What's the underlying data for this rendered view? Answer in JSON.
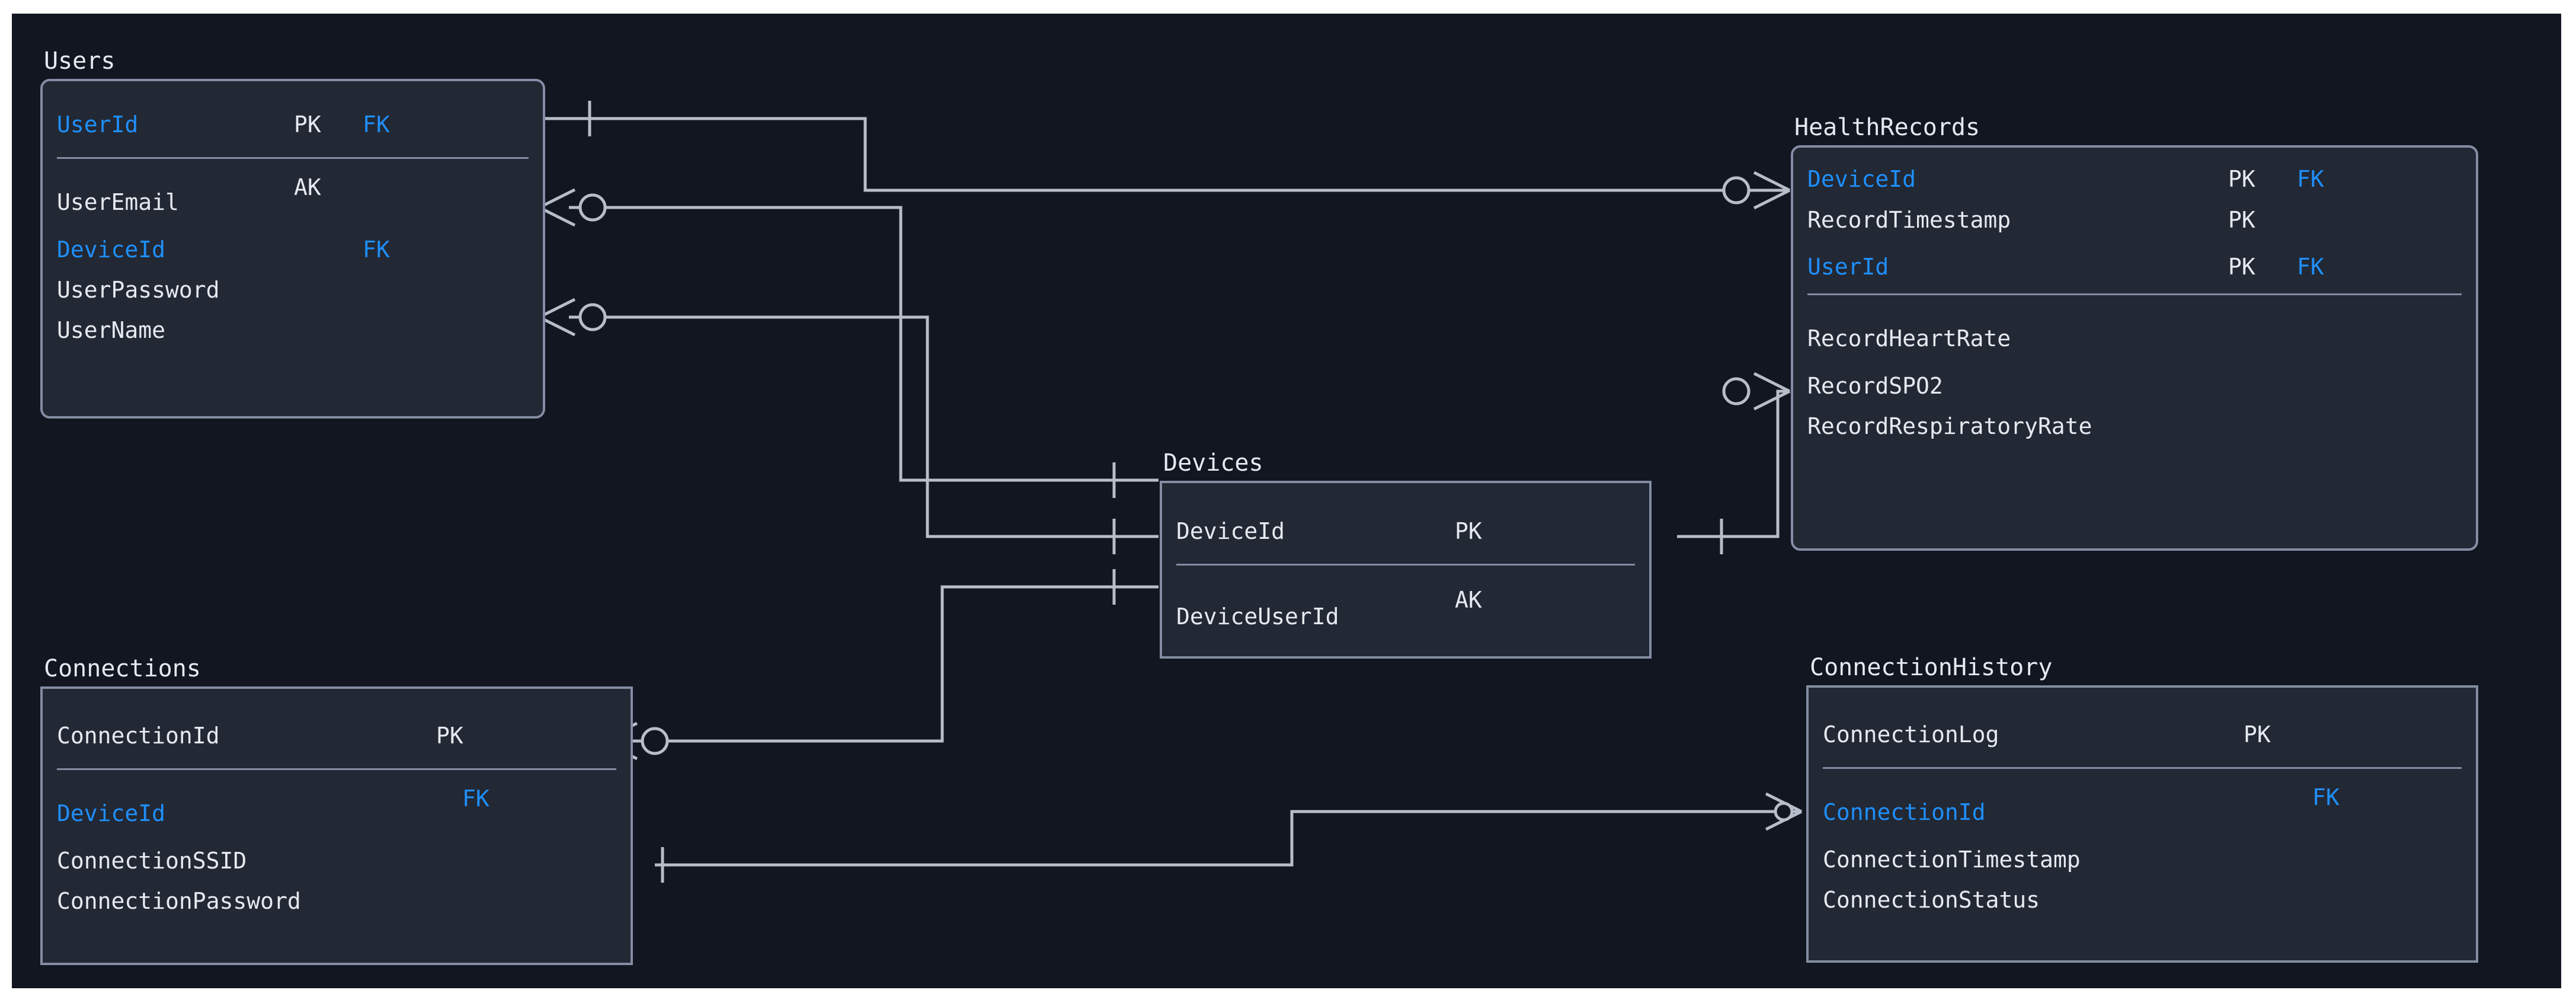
{
  "diagram": {
    "type": "entity-relationship-diagram",
    "notation": "crows-foot",
    "background_color": "#111620",
    "entity_fill_color": "#222834",
    "entity_border_color": "#848da3",
    "text_color": "#e6e9ef",
    "key_accent_color": "#1f8ffb",
    "edge_color": "#b7bdc9"
  },
  "entities": [
    {
      "id": "users",
      "title": "Users",
      "primary_columns": [
        {
          "name": "UserId",
          "is_key": true,
          "pk": "PK",
          "fk": "FK",
          "ak": ""
        }
      ],
      "columns": [
        {
          "name": "UserEmail",
          "is_key": false,
          "pk": "",
          "fk": "",
          "ak": "AK"
        },
        {
          "name": "DeviceId",
          "is_key": true,
          "pk": "",
          "fk": "FK",
          "ak": ""
        },
        {
          "name": "UserPassword",
          "is_key": false,
          "pk": "",
          "fk": "",
          "ak": ""
        },
        {
          "name": "UserName",
          "is_key": false,
          "pk": "",
          "fk": "",
          "ak": ""
        }
      ]
    },
    {
      "id": "healthrecords",
      "title": "HealthRecords",
      "primary_columns": [
        {
          "name": "DeviceId",
          "is_key": true,
          "pk": "PK",
          "fk": "FK",
          "ak": ""
        },
        {
          "name": "RecordTimestamp",
          "is_key": false,
          "pk": "PK",
          "fk": "",
          "ak": ""
        },
        {
          "name": "UserId",
          "is_key": true,
          "pk": "PK",
          "fk": "FK",
          "ak": ""
        }
      ],
      "columns": [
        {
          "name": "RecordHeartRate",
          "is_key": false,
          "pk": "",
          "fk": "",
          "ak": ""
        },
        {
          "name": "RecordSPO2",
          "is_key": false,
          "pk": "",
          "fk": "",
          "ak": ""
        },
        {
          "name": "RecordRespiratoryRate",
          "is_key": false,
          "pk": "",
          "fk": "",
          "ak": ""
        }
      ]
    },
    {
      "id": "devices",
      "title": "Devices",
      "primary_columns": [
        {
          "name": "DeviceId",
          "is_key": false,
          "pk": "PK",
          "fk": "",
          "ak": ""
        }
      ],
      "columns": [
        {
          "name": "DeviceUserId",
          "is_key": false,
          "pk": "",
          "fk": "",
          "ak": "AK"
        }
      ]
    },
    {
      "id": "connections",
      "title": "Connections",
      "primary_columns": [
        {
          "name": "ConnectionId",
          "is_key": false,
          "pk": "PK",
          "fk": "",
          "ak": ""
        }
      ],
      "columns": [
        {
          "name": "DeviceId",
          "is_key": true,
          "pk": "",
          "fk": "FK",
          "ak": ""
        },
        {
          "name": "ConnectionSSID",
          "is_key": false,
          "pk": "",
          "fk": "",
          "ak": ""
        },
        {
          "name": "ConnectionPassword",
          "is_key": false,
          "pk": "",
          "fk": "",
          "ak": ""
        }
      ]
    },
    {
      "id": "connectionhistory",
      "title": "ConnectionHistory",
      "primary_columns": [
        {
          "name": "ConnectionLog",
          "is_key": false,
          "pk": "PK",
          "fk": "",
          "ak": ""
        }
      ],
      "columns": [
        {
          "name": "ConnectionId",
          "is_key": true,
          "pk": "",
          "fk": "FK",
          "ak": ""
        },
        {
          "name": "ConnectionTimestamp",
          "is_key": false,
          "pk": "",
          "fk": "",
          "ak": ""
        },
        {
          "name": "ConnectionStatus",
          "is_key": false,
          "pk": "",
          "fk": "",
          "ak": ""
        }
      ]
    }
  ],
  "relationships": [
    {
      "id": "users-healthrecords",
      "from": "Users.UserId",
      "to": "HealthRecords.DeviceId",
      "from_cardinality": "exactly-one",
      "to_cardinality": "zero-or-many"
    },
    {
      "id": "users-devices-1",
      "from": "Users.UserEmail",
      "to": "Devices.DeviceId",
      "from_cardinality": "zero-or-many",
      "to_cardinality": "exactly-one"
    },
    {
      "id": "users-devices-2",
      "from": "Users.UserPassword",
      "to": "Devices.DeviceUserId",
      "from_cardinality": "zero-or-many",
      "to_cardinality": "exactly-one"
    },
    {
      "id": "devices-healthrecords",
      "from": "Devices.DeviceId",
      "to": "HealthRecords.RecordHeartRate",
      "from_cardinality": "exactly-one",
      "to_cardinality": "zero-or-many"
    },
    {
      "id": "connections-devices",
      "from": "Connections.ConnectionId",
      "to": "Devices.DeviceUserId",
      "from_cardinality": "zero-or-many",
      "to_cardinality": "exactly-one"
    },
    {
      "id": "connections-connectionhistory",
      "from": "Connections.ConnectionSSID",
      "to": "ConnectionHistory.ConnectionId",
      "from_cardinality": "exactly-one",
      "to_cardinality": "zero-or-many"
    }
  ]
}
